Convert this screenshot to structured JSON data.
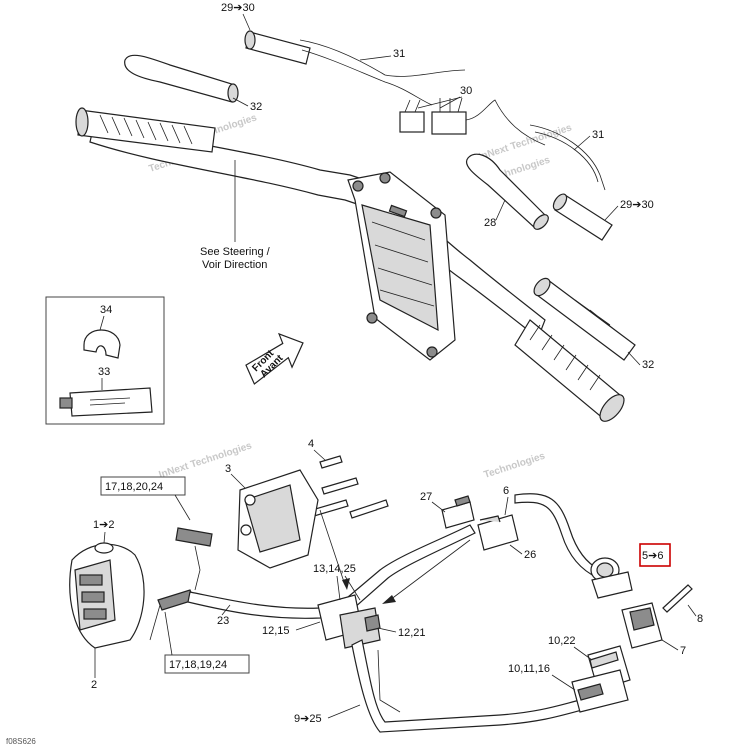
{
  "callouts": {
    "c29_30_top": "29➔30",
    "c31_top": "31",
    "c32_top": "32",
    "c30": "30",
    "c31_right": "31",
    "c28": "28",
    "c29_30_right": "29➔30",
    "c32_right": "32",
    "c34": "34",
    "c33": "33",
    "c4": "4",
    "c3": "3",
    "c17_18_20_24": "17,18,20,24",
    "c1_2": "1➔2",
    "c27": "27",
    "c6": "6",
    "c26": "26",
    "c5_6": "5➔6",
    "c8": "8",
    "c13_14_25": "13,14,25",
    "c23": "23",
    "c12_15": "12,15",
    "c12_21": "12,21",
    "c7": "7",
    "c17_18_19_24": "17,18,19,24",
    "c2": "2",
    "c10_22": "10,22",
    "c10_11_16": "10,11,16",
    "c9_25": "9➔25"
  },
  "steering_note": {
    "line1": "See Steering /",
    "line2": "Voir Direction"
  },
  "front_arrow": {
    "line1": "Front",
    "line2": "Avant"
  },
  "figure_id": "f08S626",
  "watermarks": [
    "InNext Technologies",
    "Technologies",
    "InNext Technologies",
    "Technologies",
    "InNext Technologies",
    "Technologies"
  ],
  "colors": {
    "line": "#222222",
    "highlight_box": "#cc0000",
    "watermark": "#c8c8c8"
  }
}
